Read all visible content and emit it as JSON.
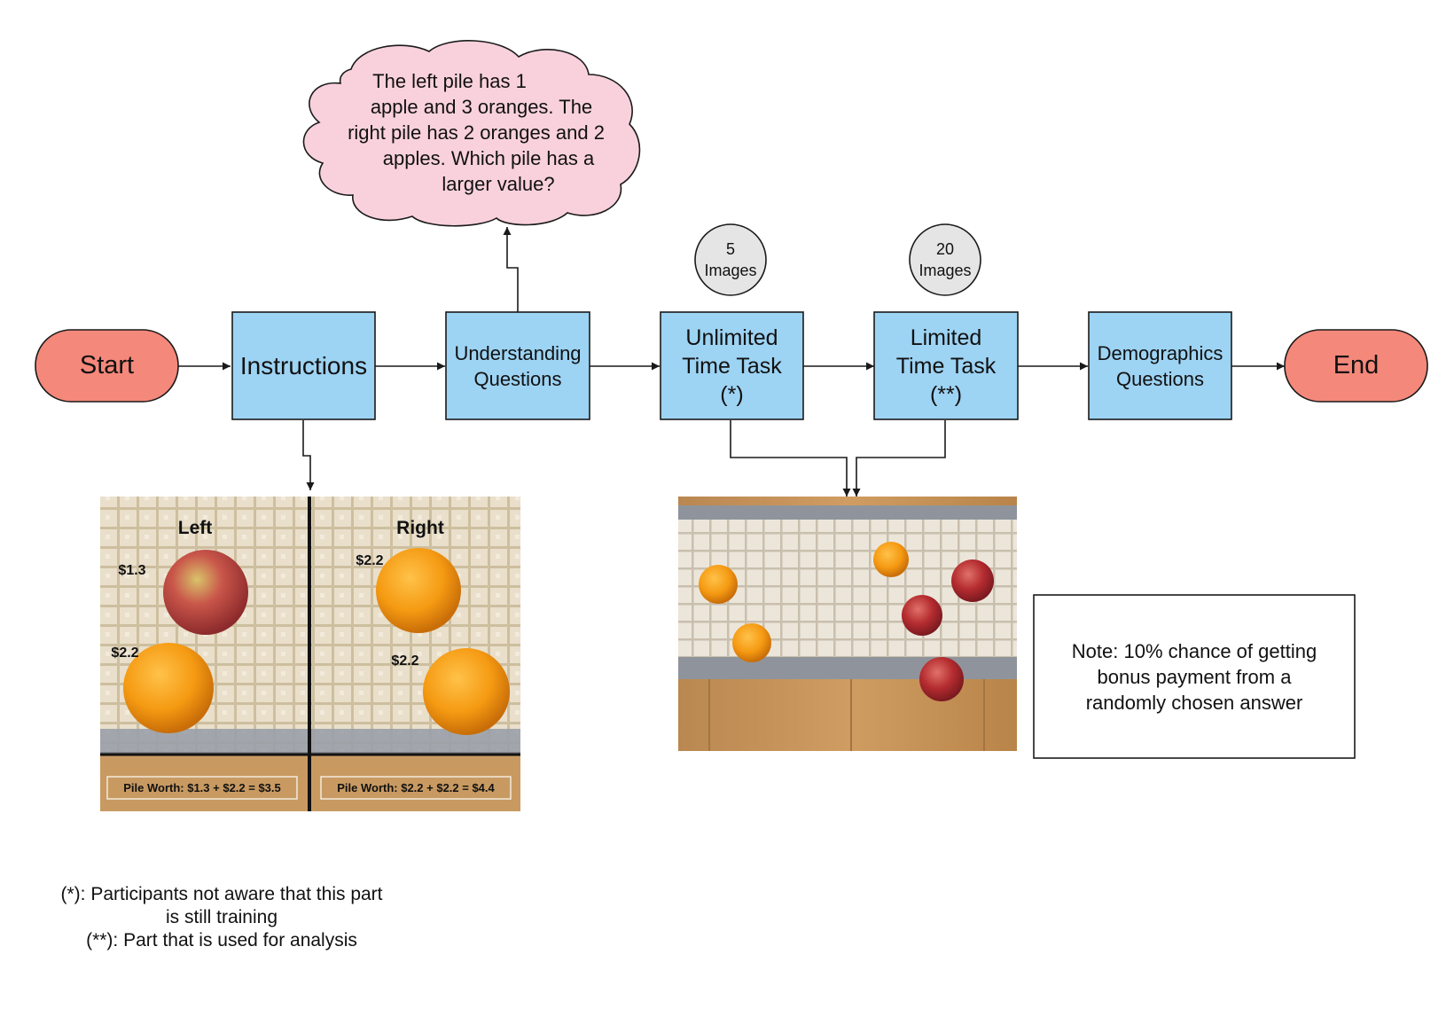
{
  "terminals": {
    "start": "Start",
    "end": "End"
  },
  "steps": {
    "instructions": "Instructions",
    "understanding": [
      "Understanding",
      "Questions"
    ],
    "unlimited": [
      "Unlimited",
      "Time Task",
      "(*)"
    ],
    "limited": [
      "Limited",
      "Time Task",
      "(**)"
    ],
    "demographics": [
      "Demographics",
      "Questions"
    ]
  },
  "counts": {
    "unlimited": [
      "5",
      "Images"
    ],
    "limited": [
      "20",
      "Images"
    ]
  },
  "cloud": {
    "lines": [
      "The left pile has 1",
      "apple and 3 oranges. The",
      "right pile has 2 oranges and 2",
      "apples. Which pile has a",
      "larger value?"
    ]
  },
  "example_photo": {
    "left_heading": "Left",
    "right_heading": "Right",
    "left_prices": [
      "$1.3",
      "$2.2"
    ],
    "right_prices": [
      "$2.2",
      "$2.2"
    ],
    "left_worth": "Pile Worth: $1.3 + $2.2 = $3.5",
    "right_worth": "Pile Worth: $2.2 + $2.2 = $4.4"
  },
  "note": {
    "lines": [
      "Note: 10% chance of getting",
      "bonus payment from a",
      "randomly chosen answer"
    ]
  },
  "footnotes": {
    "lines": [
      "(*): Participants not aware that this part",
      "is still training",
      "(**): Part that is used for analysis"
    ]
  },
  "colors": {
    "terminal_fill": "#f4887a",
    "step_fill": "#9dd3f3",
    "cloud_fill": "#f9d1dd",
    "circle_fill": "#e5e5e5",
    "stroke": "#1a1a1a"
  }
}
